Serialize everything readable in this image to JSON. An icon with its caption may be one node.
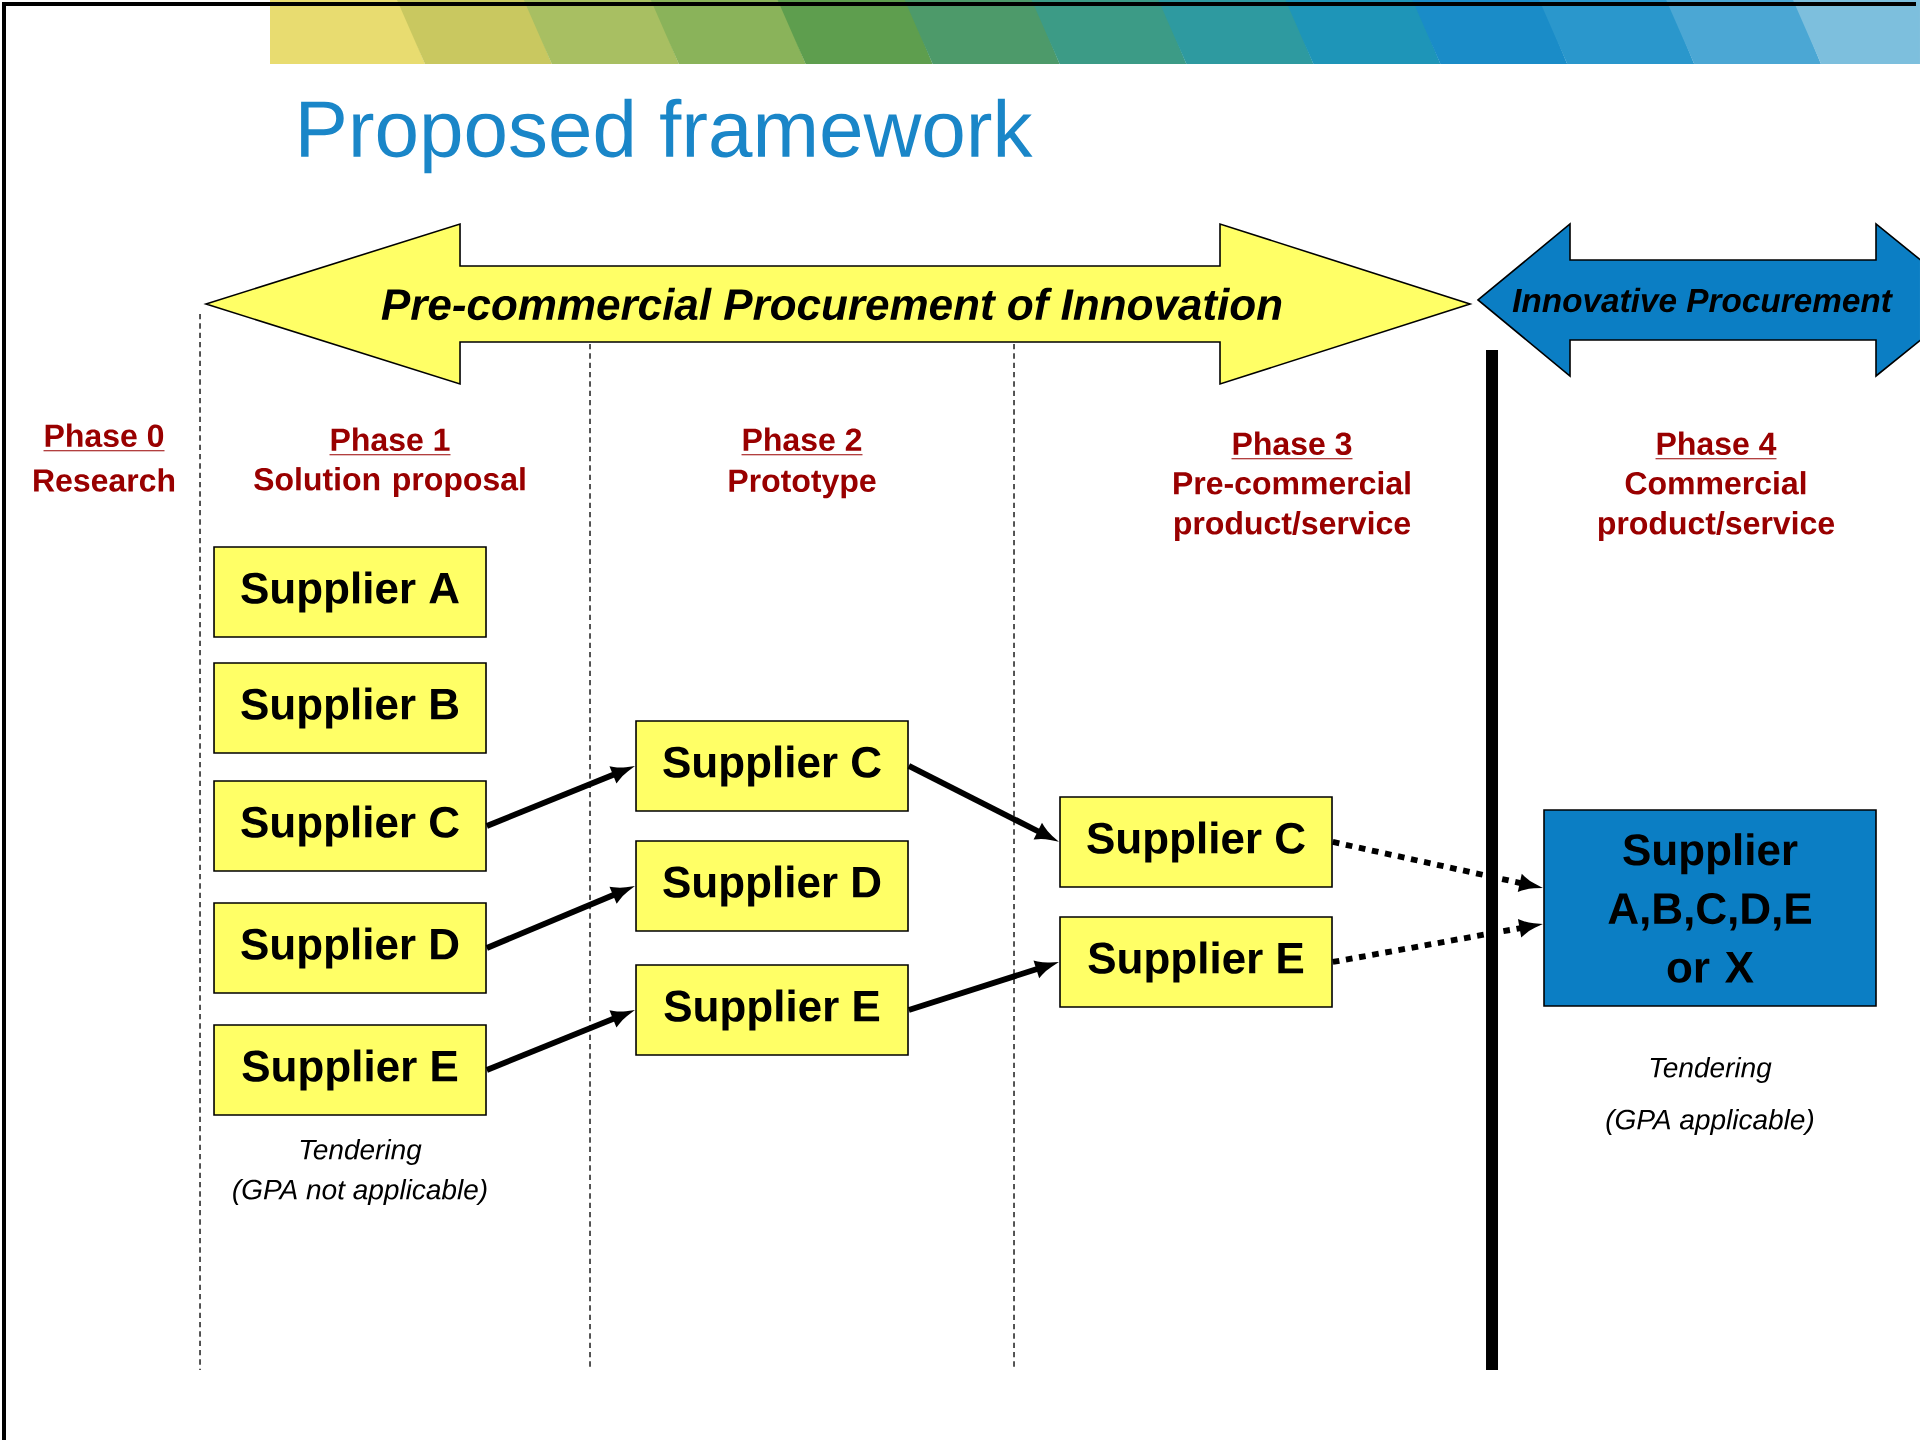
{
  "diagram": {
    "title": "Proposed framework",
    "nodes": [
      {
        "text": [
          "Pre-commercial Procurement of Innovation"
        ]
      },
      {
        "text": [
          "Innovative Procurement"
        ]
      },
      {
        "text": [
          "Supplier A"
        ]
      },
      {
        "text": [
          "Supplier B"
        ]
      },
      {
        "text": [
          "Supplier C"
        ]
      },
      {
        "text": [
          "Supplier D"
        ]
      },
      {
        "text": [
          "Supplier E"
        ]
      },
      {
        "text": [
          "Supplier C"
        ]
      },
      {
        "text": [
          "Supplier D"
        ]
      },
      {
        "text": [
          "Supplier E"
        ]
      },
      {
        "text": [
          "Supplier C"
        ]
      },
      {
        "text": [
          "Supplier E"
        ]
      },
      {
        "text": [
          "Supplier A,B,C,D,E or X"
        ]
      }
    ],
    "edges": [
      {
        "from": 4,
        "to": 7,
        "arrow": "to"
      },
      {
        "from": 5,
        "to": 8,
        "arrow": "to"
      },
      {
        "from": 6,
        "to": 9,
        "arrow": "to"
      },
      {
        "from": 7,
        "to": 10,
        "arrow": "to"
      },
      {
        "from": 9,
        "to": 11,
        "arrow": "to"
      },
      {
        "from": 10,
        "to": 12,
        "arrow": "to",
        "style": "dashed"
      },
      {
        "from": 11,
        "to": 12,
        "arrow": "to",
        "style": "dashed"
      }
    ],
    "labels": [
      "Phase 0",
      "Research",
      "Phase 1",
      "Solution proposal",
      "Phase 2",
      "Prototype",
      "Phase 3",
      "Pre-commercial product/service",
      "Phase 4",
      "Commercial product/service",
      "Tendering",
      "(GPA not applicable)",
      "Tendering",
      "(GPA applicable)"
    ]
  }
}
